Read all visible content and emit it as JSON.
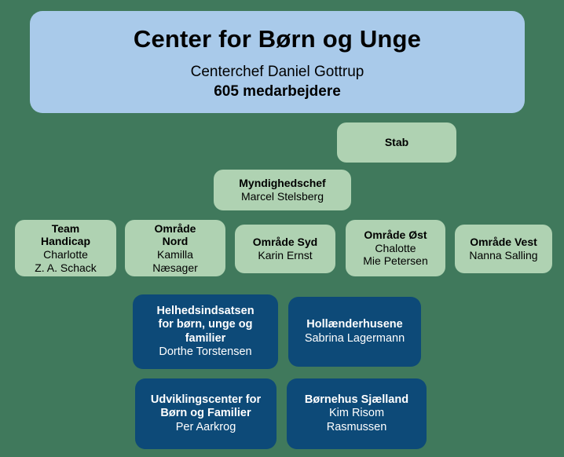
{
  "org_chart": {
    "background_color": "#40795c",
    "root": {
      "title": "Center for Børn og Unge",
      "person": "Centerchef Daniel Gottrup",
      "count": "605 medarbejdere",
      "color": "#a9caea"
    },
    "staff": {
      "title": "Stab",
      "person": "",
      "color": "#afd2b2"
    },
    "authority": {
      "title": "Myndighedschef",
      "person": "Marcel Stelsberg",
      "color": "#afd2b2"
    },
    "areas": [
      {
        "title": "Team\nHandicap",
        "title_line1": "Team",
        "title_line2": "Handicap",
        "person_line1": "Charlotte",
        "person_line2": "Z. A. Schack",
        "color": "#afd2b2"
      },
      {
        "title_line1": "Område",
        "title_line2": "Nord",
        "person_line1": "Kamilla",
        "person_line2": "Næsager",
        "color": "#afd2b2"
      },
      {
        "title_line1": "Område Syd",
        "title_line2": "",
        "person_line1": "Karin Ernst",
        "person_line2": "",
        "color": "#afd2b2"
      },
      {
        "title_line1": "Område Øst",
        "title_line2": "",
        "person_line1": "Chalotte",
        "person_line2": "Mie Petersen",
        "color": "#afd2b2"
      },
      {
        "title_line1": "Område Vest",
        "title_line2": "",
        "person_line1": "Nanna Salling",
        "person_line2": "",
        "color": "#afd2b2"
      }
    ],
    "units": [
      {
        "title_line1": "Helhedsindsatsen",
        "title_line2": "for børn, unge og",
        "title_line3": "familier",
        "person_line1": "Dorthe Torstensen",
        "person_line2": "",
        "color": "#0d4a78"
      },
      {
        "title_line1": "Hollænderhusene",
        "title_line2": "",
        "title_line3": "",
        "person_line1": "Sabrina Lagermann",
        "person_line2": "",
        "color": "#0d4a78"
      },
      {
        "title_line1": "Udviklingscenter for",
        "title_line2": "Børn og Familier",
        "title_line3": "",
        "person_line1": "Per Aarkrog",
        "person_line2": "",
        "color": "#0d4a78"
      },
      {
        "title_line1": "Børnehus Sjælland",
        "title_line2": "",
        "title_line3": "",
        "person_line1": "Kim Risom",
        "person_line2": "Rasmussen",
        "color": "#0d4a78"
      }
    ]
  }
}
